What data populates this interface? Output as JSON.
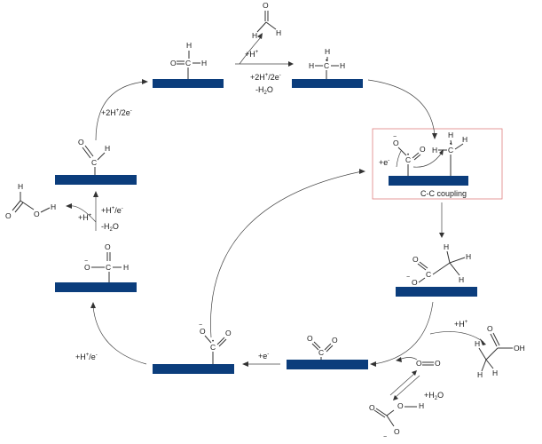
{
  "labels": {
    "step1": "+H",
    "step1_sup": "+",
    "step2": "+2H",
    "step2_sup": "+",
    "step2_mid": "/2e",
    "step2_sup2": "-",
    "water1": "-H",
    "water1_sub": "2",
    "water1_end": "O",
    "step3": "+2H",
    "step3_sup": "+",
    "step3_mid": "/2e",
    "step3_sup2": "-",
    "step4a": "+H",
    "step4a_sup": "+",
    "step4a_mid": "/e",
    "step4a_sup2": "-",
    "step4b": "+H",
    "step4b_sup": "+",
    "water2": "-H",
    "water2_sub": "2",
    "water2_end": "O",
    "step5": "+H",
    "step5_sup": "+",
    "step5_mid": "/e",
    "step5_sup2": "-",
    "step6": "+e",
    "step6_sup": "-",
    "step7": "+H",
    "step7_sup": "+",
    "step8": "+H",
    "step8_sub": "2",
    "step8_end": "O",
    "step9": "+e",
    "step9_sup": "-",
    "coupling": "C-C coupling"
  },
  "atoms": {
    "C": "C",
    "H": "H",
    "O": "O",
    "OH": "OH",
    "minus": "−",
    "dot": "•"
  },
  "colors": {
    "surface": "#0b3d7c",
    "highlight_box": "#e08080",
    "line": "#333333"
  }
}
